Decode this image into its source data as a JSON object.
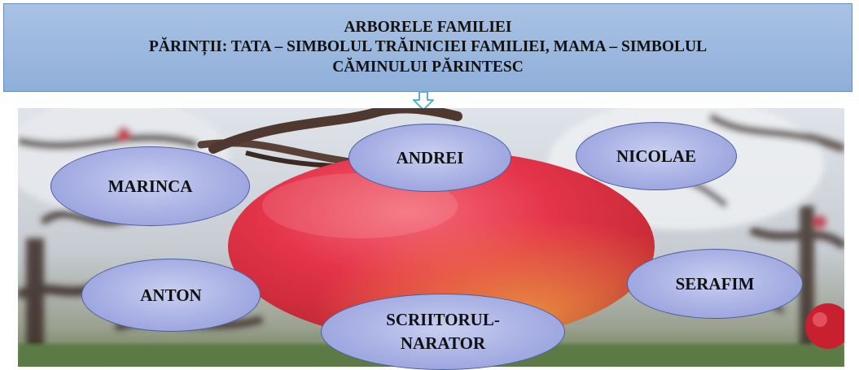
{
  "banner": {
    "line1": "ARBORELE FAMILIEI",
    "line2": "PĂRINȚII: TATA – SIMBOLUL TRĂINICIEI FAMILIEI, MAMA – SIMBOLUL",
    "line3": "CĂMINULUI PĂRINTESC",
    "fill_color": "#9bb7df"
  },
  "connector": {
    "icon": "down-arrow-icon"
  },
  "photo": {
    "subject": "red-apple-on-branch"
  },
  "characters": {
    "andrei": "ANDREI",
    "nicolae": "NICOLAE",
    "marinca": "MARINCA",
    "serafim": "SERAFIM",
    "anton": "ANTON",
    "scriitorul_line1": "SCRIITORUL-",
    "scriitorul_line2": "NARATOR"
  },
  "colors": {
    "bubble_fill": "#a7afe4",
    "bubble_border": "#4a5fa0",
    "apple": "#e4344a"
  }
}
